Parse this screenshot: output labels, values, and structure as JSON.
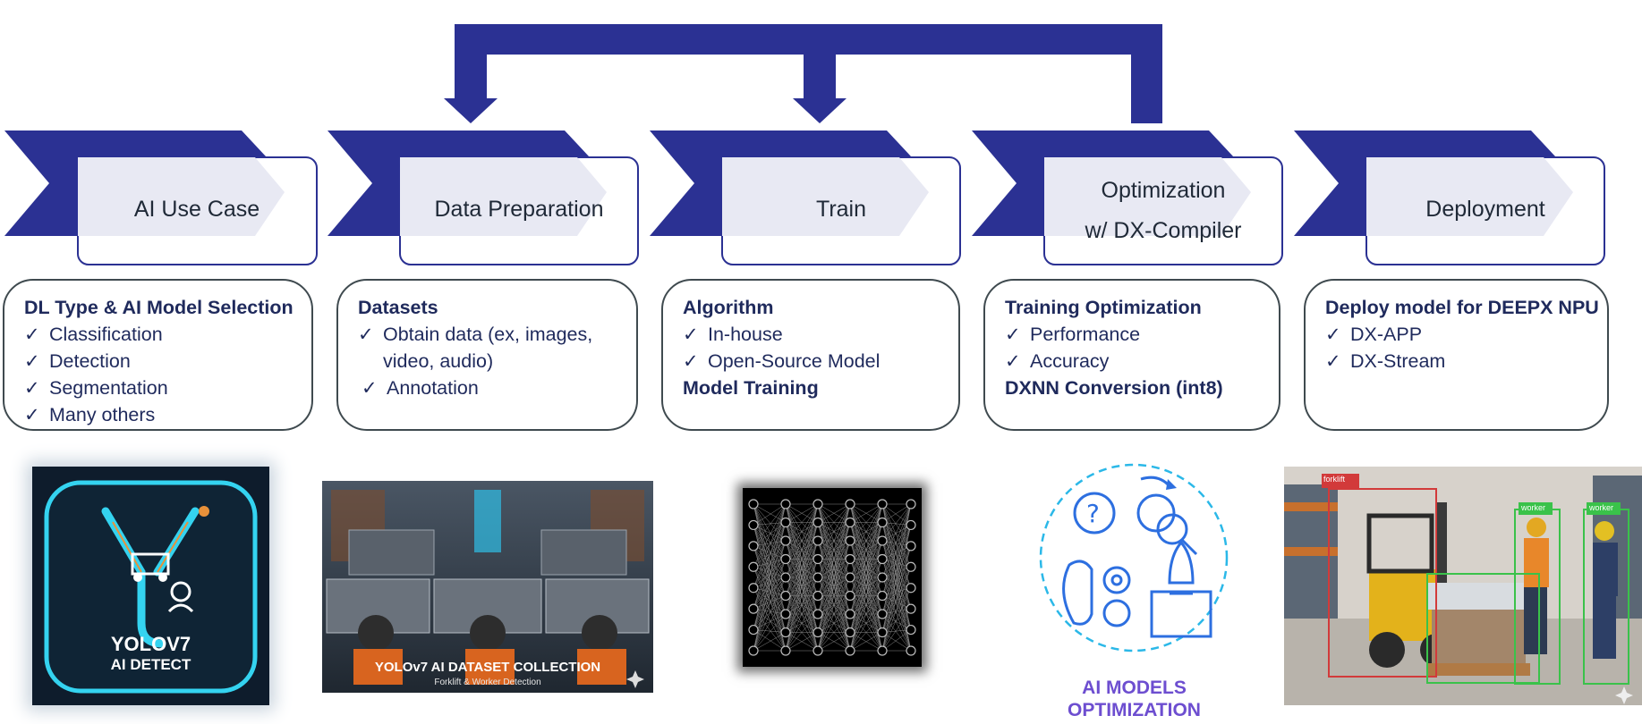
{
  "stages": [
    {
      "label": "AI Use Case"
    },
    {
      "label": "Data Preparation"
    },
    {
      "label": "Train"
    },
    {
      "label_line1": "Optimization",
      "label_line2": "w/ DX-Compiler"
    },
    {
      "label": "Deployment"
    }
  ],
  "descriptions": [
    {
      "heading": "DL Type & AI Model Selection",
      "items": [
        "Classification",
        "Detection",
        "Segmentation",
        "Many others"
      ]
    },
    {
      "heading": "Datasets",
      "items": [
        "Obtain data (ex, images,",
        "video, audio)",
        "Annotation"
      ]
    },
    {
      "heading": "Algorithm",
      "items": [
        "In-house",
        "Open-Source Model"
      ],
      "footer": "Model Training"
    },
    {
      "heading": "Training Optimization",
      "items": [
        "Performance",
        "Accuracy"
      ],
      "footer": "DXNN Conversion (int8)"
    },
    {
      "heading": "Deploy model for DEEPX NPU",
      "items": [
        "DX-APP",
        "DX-Stream"
      ]
    }
  ],
  "images": {
    "yolo_badge": {
      "line1": "YOLOV7",
      "line2": "AI DETECT"
    },
    "dataset_photo": {
      "title": "YOLOv7 AI DATASET COLLECTION",
      "subtitle": "Forklift & Worker Detection"
    },
    "optimization_icon": {
      "caption_line1": "AI MODELS",
      "caption_line2": "OPTIMIZATION"
    },
    "deployment_photo": {
      "tag_worker": "worker",
      "tag_forklift": "forklift"
    }
  },
  "colors": {
    "navy": "#2b3193",
    "stage_fill": "#e8e9f3",
    "text_dark": "#1f2a5c",
    "caption": "#6d4ed0",
    "cyan": "#29c4e6"
  }
}
